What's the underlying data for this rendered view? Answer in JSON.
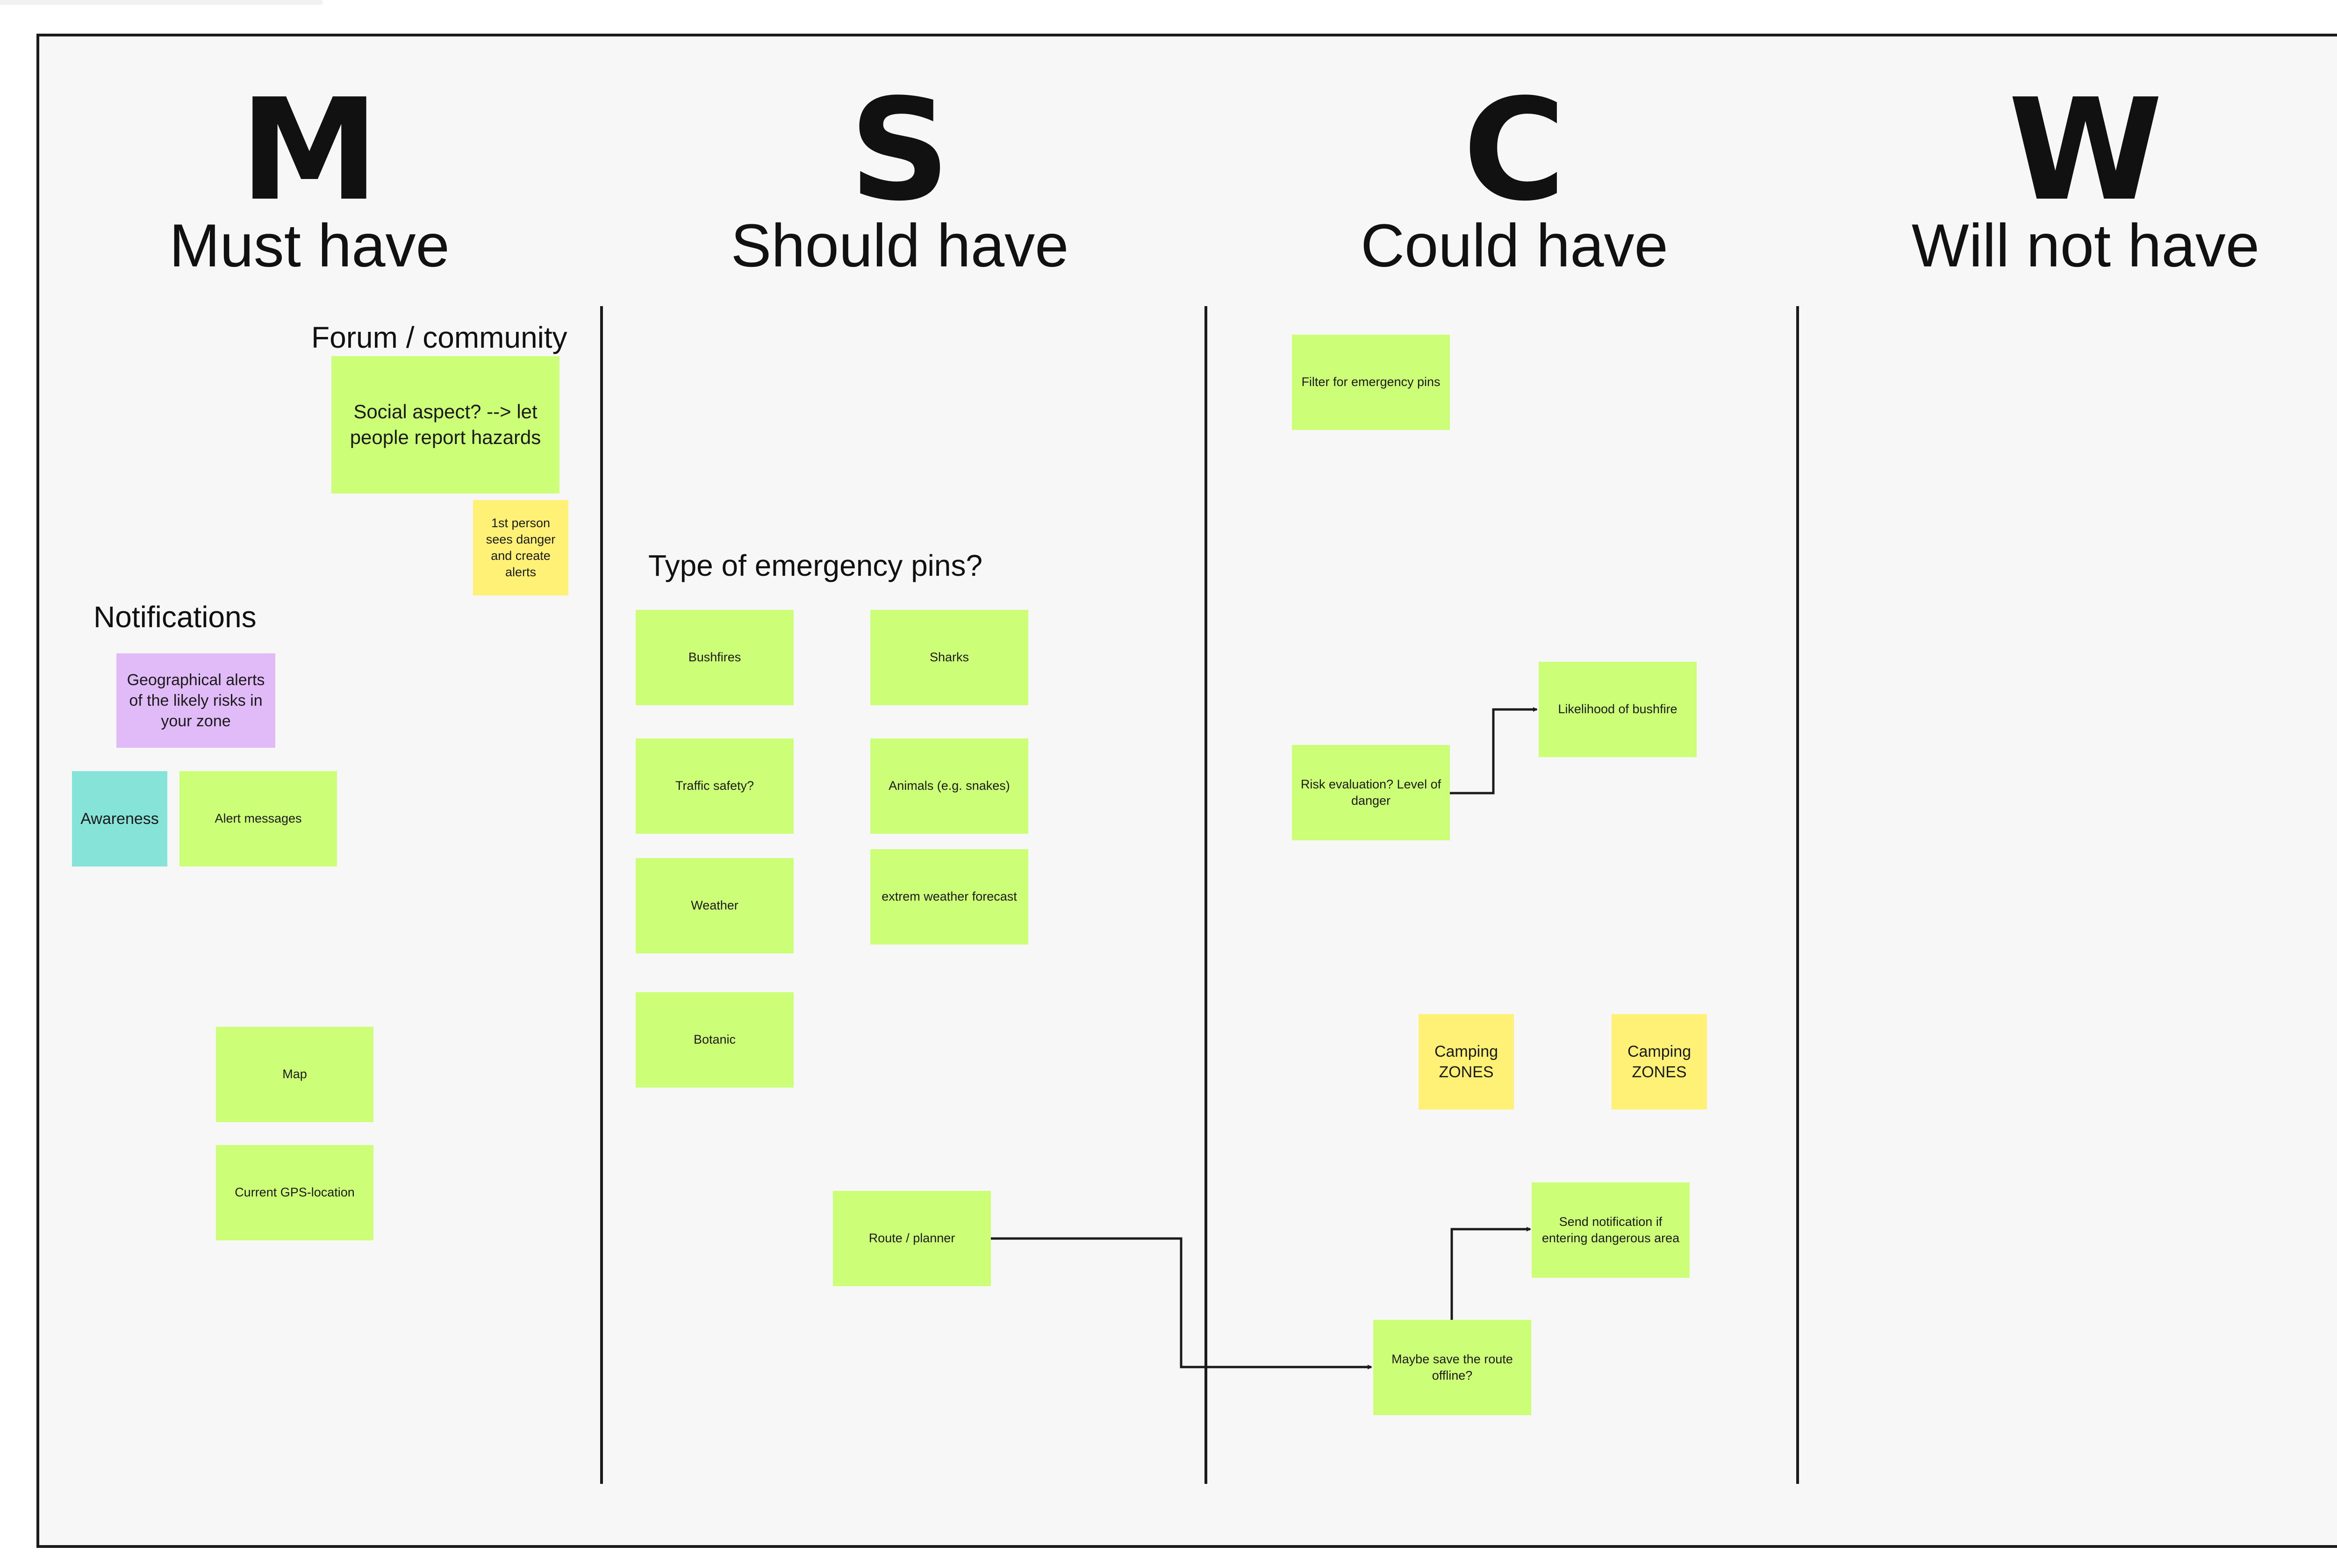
{
  "columns": [
    {
      "letter": "M",
      "label": "Must have"
    },
    {
      "letter": "S",
      "label": "Should have"
    },
    {
      "letter": "C",
      "label": "Could have"
    },
    {
      "letter": "W",
      "label": "Will not have"
    }
  ],
  "headings": {
    "forum": "Forum / community",
    "notifications": "Notifications",
    "pins": "Type of emergency pins?"
  },
  "notes": {
    "social": "Social aspect? --> let people report hazards",
    "first_person": "1st person sees danger and create alerts",
    "geo_alerts": "Geographical alerts of the likely risks in your zone",
    "awareness": "Awareness",
    "alert_messages": "Alert messages",
    "map": "Map",
    "gps": "Current GPS-location",
    "bushfires": "Bushfires",
    "sharks": "Sharks",
    "traffic": "Traffic safety?",
    "animals": "Animals (e.g. snakes)",
    "weather": "Weather",
    "extreme_weather": "extrem weather forecast",
    "botanic": "Botanic",
    "route": "Route / planner",
    "filter": "Filter for emergency pins",
    "risk": "Risk evaluation? Level of danger",
    "likelihood": "Likelihood of bushfire",
    "camping1": "Camping ZONES",
    "camping2": "Camping ZONES",
    "send_notification": "Send notification if entering dangerous area",
    "save_route": "Maybe save the route offline?"
  },
  "colors": {
    "green": "#ccff77",
    "yellow": "#fff176",
    "purple": "#e0bbf7",
    "teal": "#85e3d8",
    "line": "#1b1b1b"
  }
}
